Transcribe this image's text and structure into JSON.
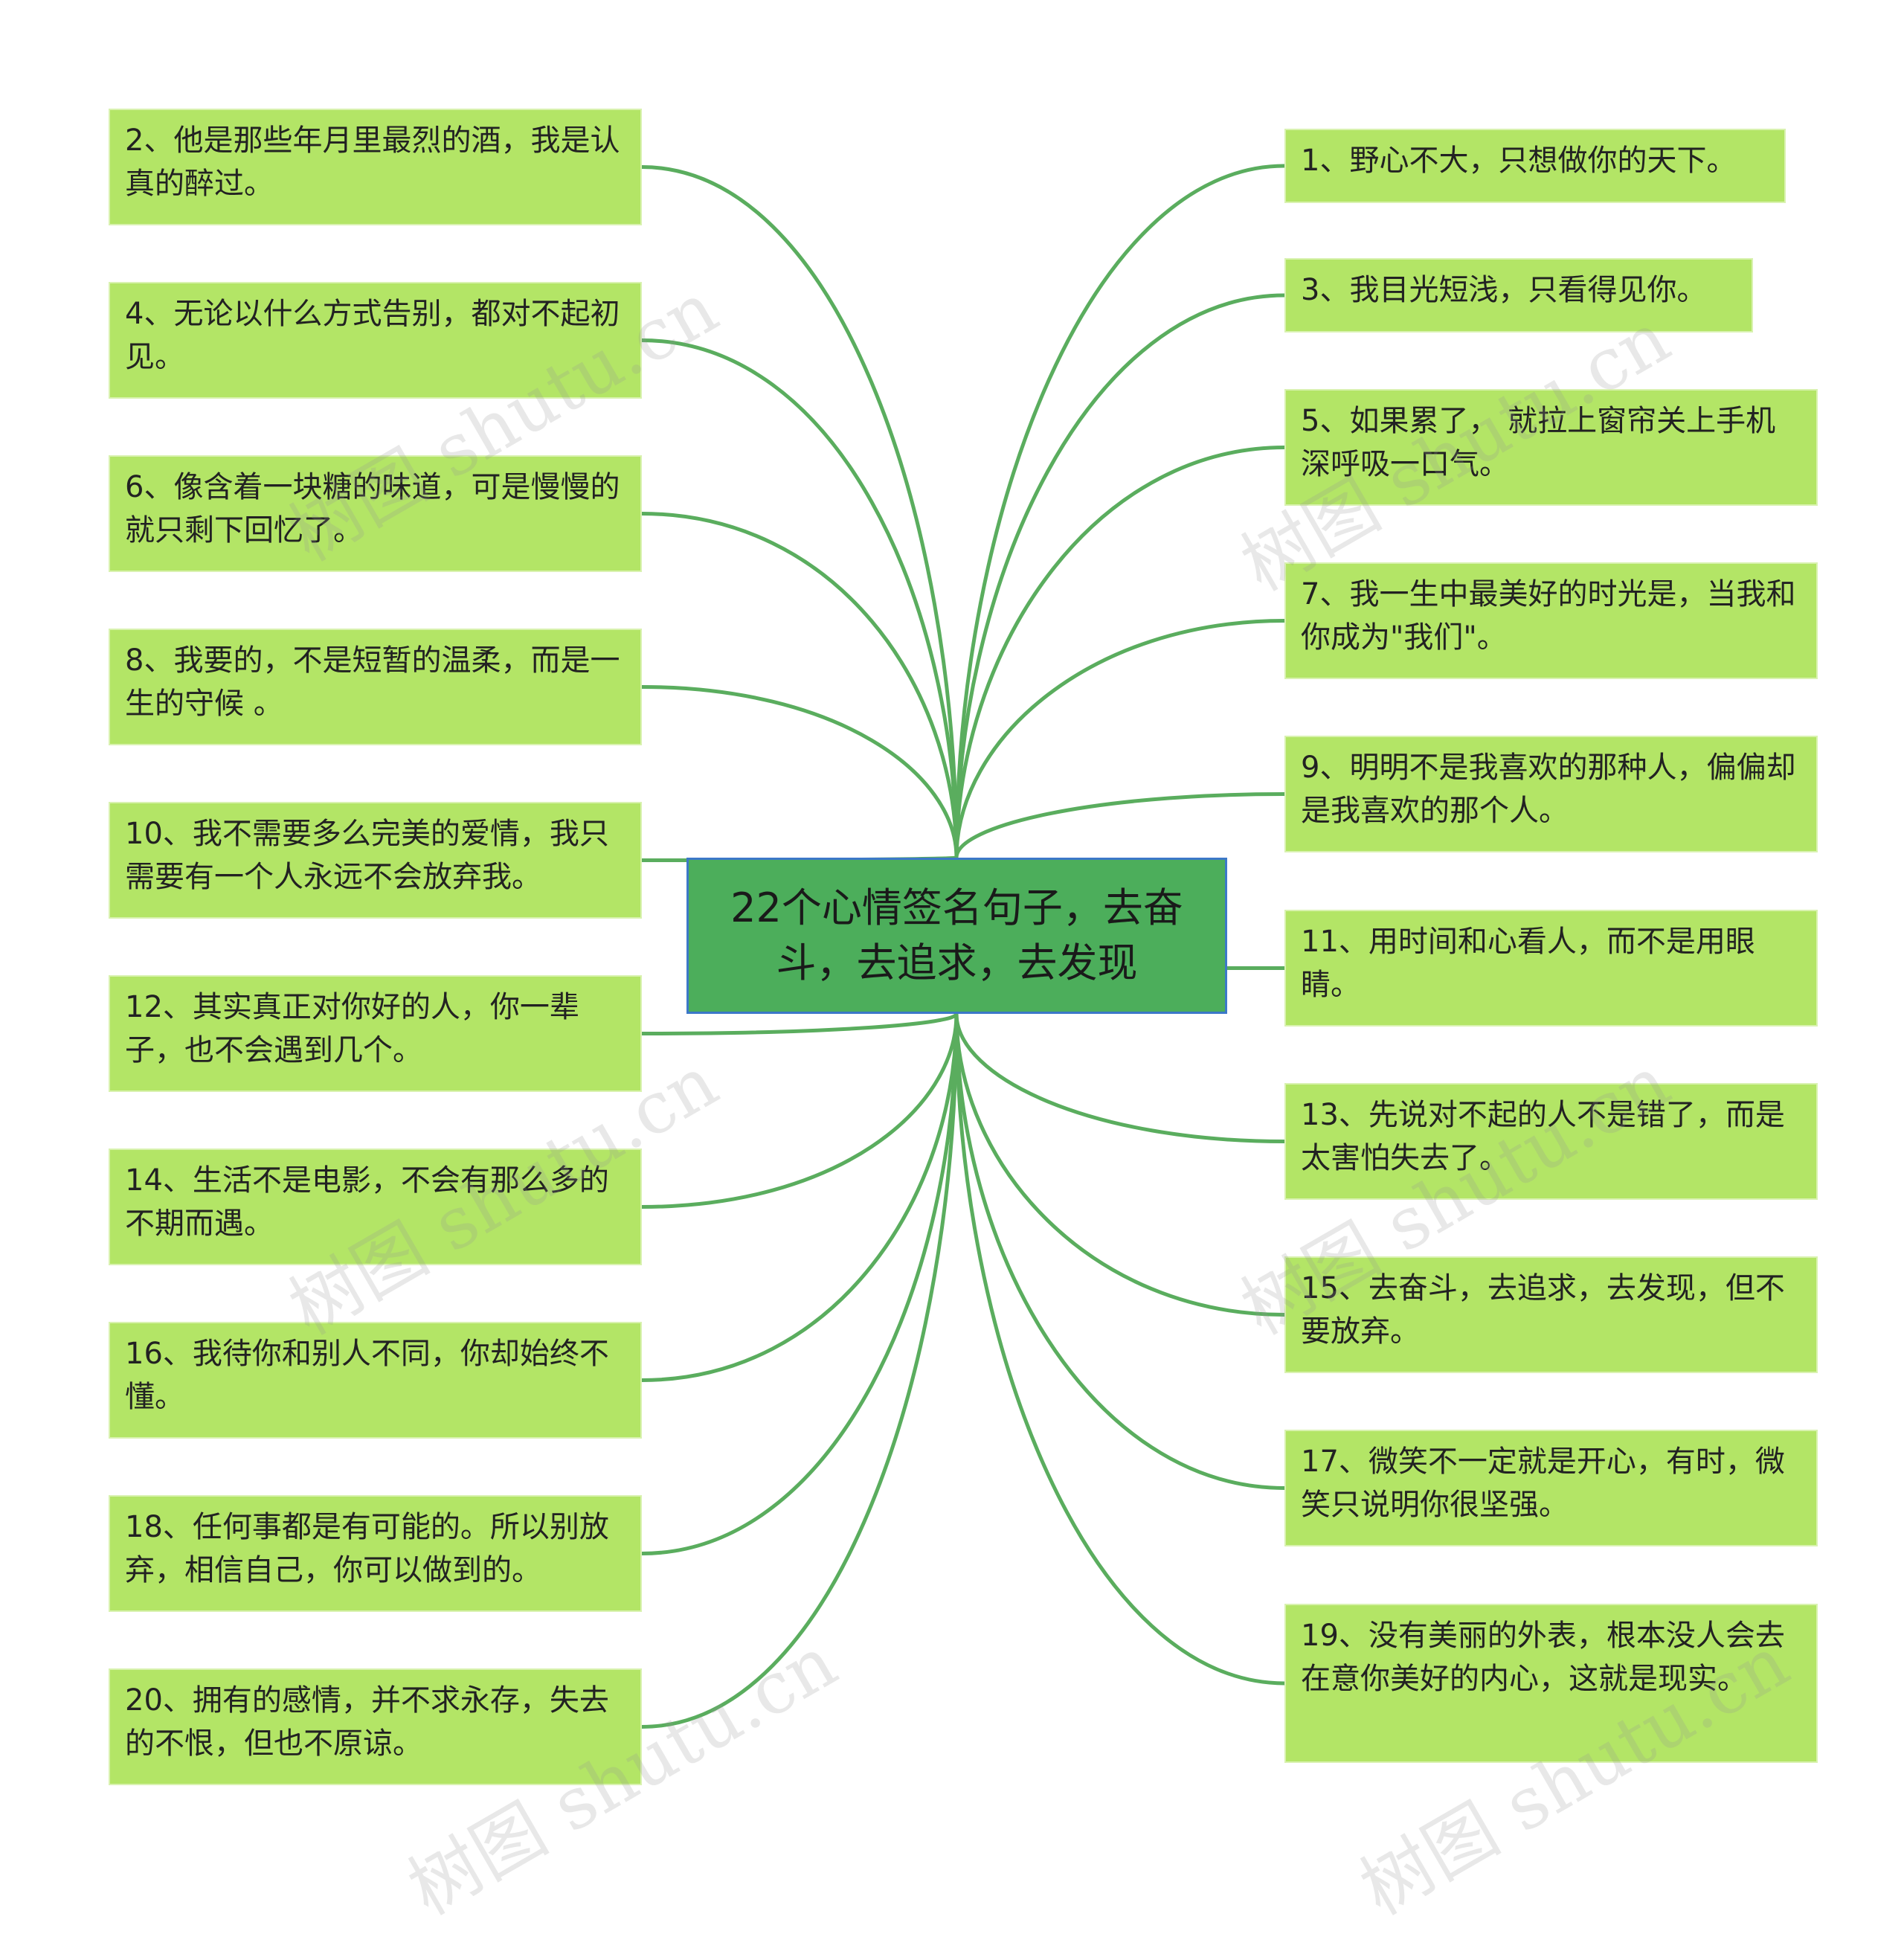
{
  "diagram": {
    "type": "mindmap",
    "root": {
      "text": "22个心情签名句子，去奋斗，去追求，去发现"
    },
    "colors": {
      "link": "#5aad5e",
      "leaf_fill": "#b3e566",
      "root_fill": "#4cae5b",
      "root_border": "#3c78c8"
    },
    "left_nodes": [
      {
        "text": "2、他是那些年月里最烈的酒，我是认真的醉过。"
      },
      {
        "text": "4、无论以什么方式告别，都对不起初见。"
      },
      {
        "text": "6、像含着一块糖的味道，可是慢慢的就只剩下回忆了。"
      },
      {
        "text": "8、我要的，不是短暂的温柔，而是一生的守候 。"
      },
      {
        "text": "10、我不需要多么完美的爱情，我只需要有一个人永远不会放弃我。"
      },
      {
        "text": "12、其实真正对你好的人，你一辈子，也不会遇到几个。"
      },
      {
        "text": "14、生活不是电影，不会有那么多的不期而遇。"
      },
      {
        "text": "16、我待你和别人不同，你却始终不懂。"
      },
      {
        "text": "18、任何事都是有可能的。所以别放弃，相信自己，你可以做到的。"
      },
      {
        "text": "20、拥有的感情，并不求永存，失去的不恨，但也不原谅。"
      }
    ],
    "right_nodes": [
      {
        "text": "1、野心不大，只想做你的天下。"
      },
      {
        "text": "3、我目光短浅，只看得见你。"
      },
      {
        "text": "5、如果累了， 就拉上窗帘关上手机深呼吸一口气。"
      },
      {
        "text": "7、我一生中最美好的时光是，当我和你成为\"我们\"。"
      },
      {
        "text": "9、明明不是我喜欢的那种人，偏偏却是我喜欢的那个人。"
      },
      {
        "text": "11、用时间和心看人，而不是用眼睛。"
      },
      {
        "text": "13、先说对不起的人不是错了，而是太害怕失去了。"
      },
      {
        "text": "15、去奋斗，去追求，去发现，但不要放弃。"
      },
      {
        "text": "17、微笑不一定就是开心，有时，微笑只说明你很坚强。"
      },
      {
        "text": "19、没有美丽的外表，根本没人会去在意你美好的内心，这就是现实。"
      }
    ],
    "watermark": "树图 shutu.cn"
  }
}
